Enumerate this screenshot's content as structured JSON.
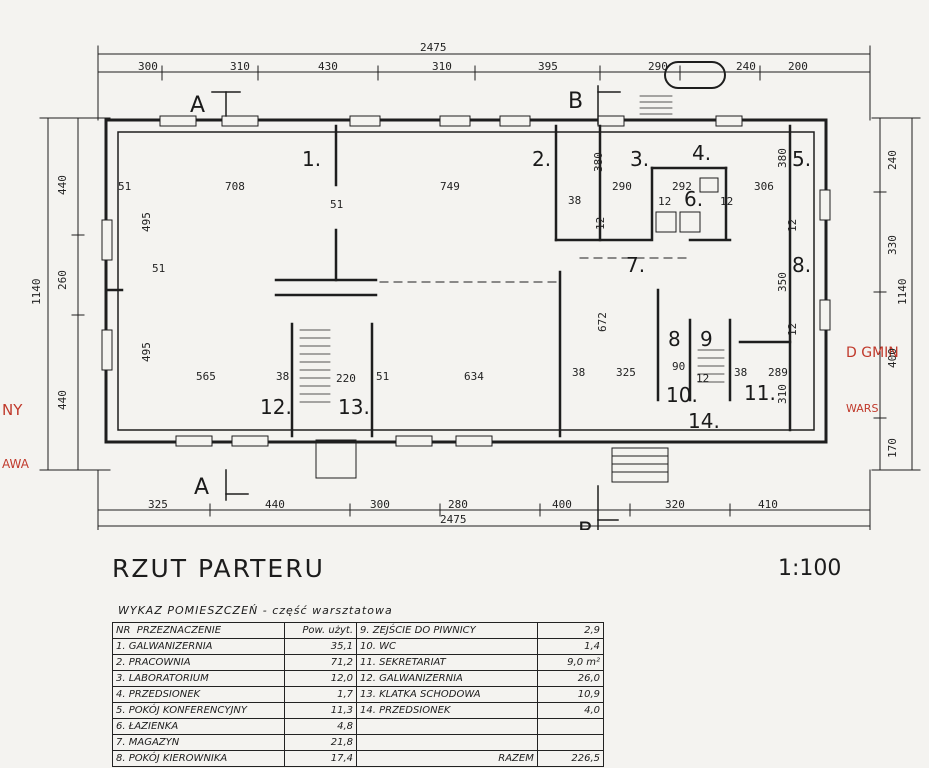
{
  "drawing": {
    "title": "RZUT PARTERU",
    "scale": "1:100",
    "overall_dim_top": "2475",
    "overall_dim_bottom": "2475",
    "top_dims": [
      "300",
      "310",
      "430",
      "310",
      "395",
      "290",
      "240",
      "200"
    ],
    "bottom_dims": [
      "325",
      "440",
      "300",
      "280",
      "400",
      "320",
      "410"
    ],
    "left_dims": [
      "440",
      "260",
      "440"
    ],
    "left_total": "1140",
    "right_dims": [
      "240",
      "330",
      "400",
      "170"
    ],
    "right_total": "1140",
    "section_labels": [
      "A",
      "A",
      "B",
      "B"
    ],
    "room_numbers": [
      "1.",
      "2.",
      "3.",
      "4.",
      "5.",
      "6.",
      "7.",
      "8.",
      "9",
      "10.",
      "11.",
      "12.",
      "13.",
      "14."
    ],
    "inner_dims": [
      "708",
      "749",
      "290",
      "292",
      "306",
      "495",
      "495",
      "565",
      "634",
      "325",
      "289",
      "350",
      "672",
      "380",
      "380",
      "310",
      "51",
      "51",
      "51",
      "51",
      "38",
      "38",
      "38",
      "38",
      "12",
      "12",
      "12",
      "12",
      "12",
      "220",
      "90",
      "12"
    ],
    "stamp_left": [
      "NY",
      "AWA"
    ],
    "stamp_right": [
      "D GMIN",
      "WARS"
    ]
  },
  "room_list": {
    "title": "WYKAZ POMIESZCZEŃ - część warsztatowa",
    "header": {
      "nr": "NR",
      "name": "PRZEZNACZENIE",
      "area": "Pow. użyt.",
      "name2": "9. ZEJŚCIE DO PIWNICY",
      "area2": "2,9"
    },
    "rows": [
      {
        "name": "1. GALWANIZERNIA",
        "area": "35,1",
        "name2": "10. WC",
        "area2": "1,4"
      },
      {
        "name": "2. PRACOWNIA",
        "area": "71,2",
        "name2": "11. SEKRETARIAT",
        "area2": "9,0 m²"
      },
      {
        "name": "3. LABORATORIUM",
        "area": "12,0",
        "name2": "12. GALWANIZERNIA",
        "area2": "26,0"
      },
      {
        "name": "4. PRZEDSIONEK",
        "area": "1,7",
        "name2": "13. KLATKA SCHODOWA",
        "area2": "10,9"
      },
      {
        "name": "5. POKÓJ KONFERENCYJNY",
        "area": "11,3",
        "name2": "14. PRZEDSIONEK",
        "area2": "4,0"
      },
      {
        "name": "6. ŁAZIENKA",
        "area": "4,8",
        "name2": "",
        "area2": ""
      },
      {
        "name": "7. MAGAZYN",
        "area": "21,8",
        "name2": "",
        "area2": ""
      },
      {
        "name": "8. POKÓJ KIEROWNIKA",
        "area": "17,4",
        "name2": "RAZEM",
        "area2": "226,5"
      }
    ]
  }
}
